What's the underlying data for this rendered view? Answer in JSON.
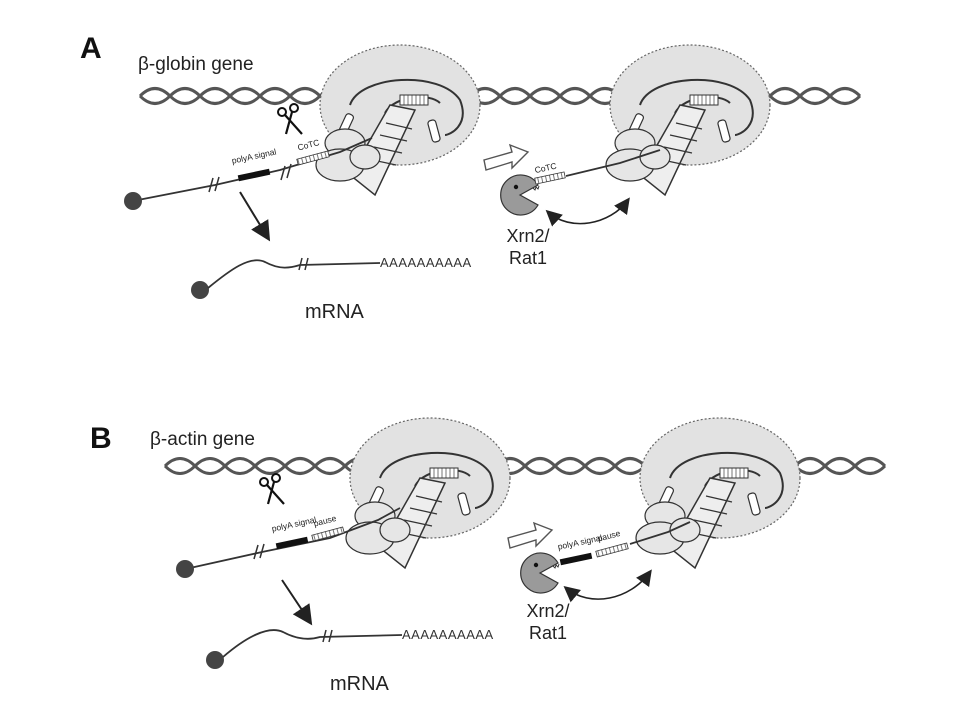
{
  "panels": [
    {
      "letter": "A",
      "gene_label": "β-globin gene",
      "element_1": "polyA signal",
      "element_2": "CoTC",
      "moving_element_1": "CoTC",
      "moving_element_2": "",
      "enzyme_line1": "Xrn2/",
      "enzyme_line2": "Rat1",
      "mrna_label": "mRNA",
      "polya_tail": "AAAAAAAAAA"
    },
    {
      "letter": "B",
      "gene_label": "β-actin gene",
      "element_1": "polyA signal",
      "element_2": "pause",
      "moving_element_1": "polyA signal",
      "moving_element_2": "pause",
      "enzyme_line1": "Xrn2/",
      "enzyme_line2": "Rat1",
      "mrna_label": "mRNA",
      "polya_tail": "AAAAAAAAAA"
    }
  ],
  "colors": {
    "dna": "#555555",
    "polymerase_fill": "#e0e0e0",
    "ribosome_fill": "#e6e6e6",
    "cap": "#444444",
    "signal_block": "#111111"
  },
  "icons": [
    "scissors-icon",
    "pacman-exonuclease-icon",
    "hollow-arrow-icon"
  ]
}
